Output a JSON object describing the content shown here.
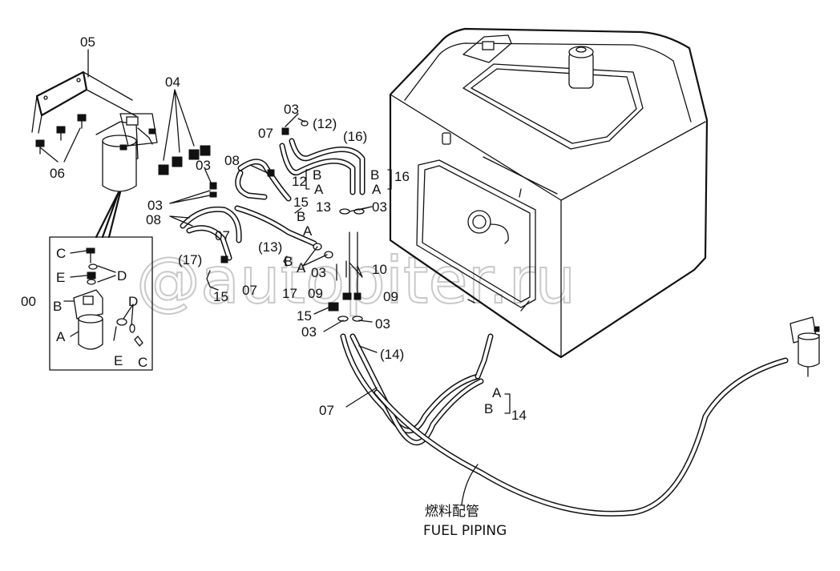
{
  "watermark": "@autopiter.ru",
  "caption": {
    "jp": "燃料配管",
    "en": "FUEL PIPING"
  },
  "labels": {
    "l05": "05",
    "l04": "04",
    "l06": "06",
    "l03a": "03",
    "l07a": "07",
    "l12p": "(12)",
    "l16p": "(16)",
    "l08a": "08",
    "l03b": "03",
    "l03c": "03",
    "l08b": "08",
    "l12": "12",
    "lB1": "B",
    "lA1": "A",
    "l15a": "15",
    "lB2": "B",
    "lA2": "A",
    "l16": "16",
    "l13": "13",
    "lB3": "B",
    "lA3": "A",
    "l03d": "03",
    "l13p": "(13)",
    "l07b": "07",
    "l17p": "(17)",
    "l15b": "15",
    "l07c": "07",
    "lB4": "B",
    "lA4": "A",
    "l03e": "03",
    "l10": "10",
    "l17": "17",
    "l09a": "09",
    "l09b": "09",
    "l15c": "15",
    "l03f": "03",
    "l03g": "03",
    "l14p": "(14)",
    "l07d": "07",
    "lA5": "A",
    "lB5": "B",
    "l14": "14",
    "l00": "00",
    "lC1": "C",
    "lE1": "E",
    "lD1": "D",
    "lB6": "B",
    "lA6": "A",
    "lD2": "D",
    "lE2": "E",
    "lC2": "C"
  }
}
